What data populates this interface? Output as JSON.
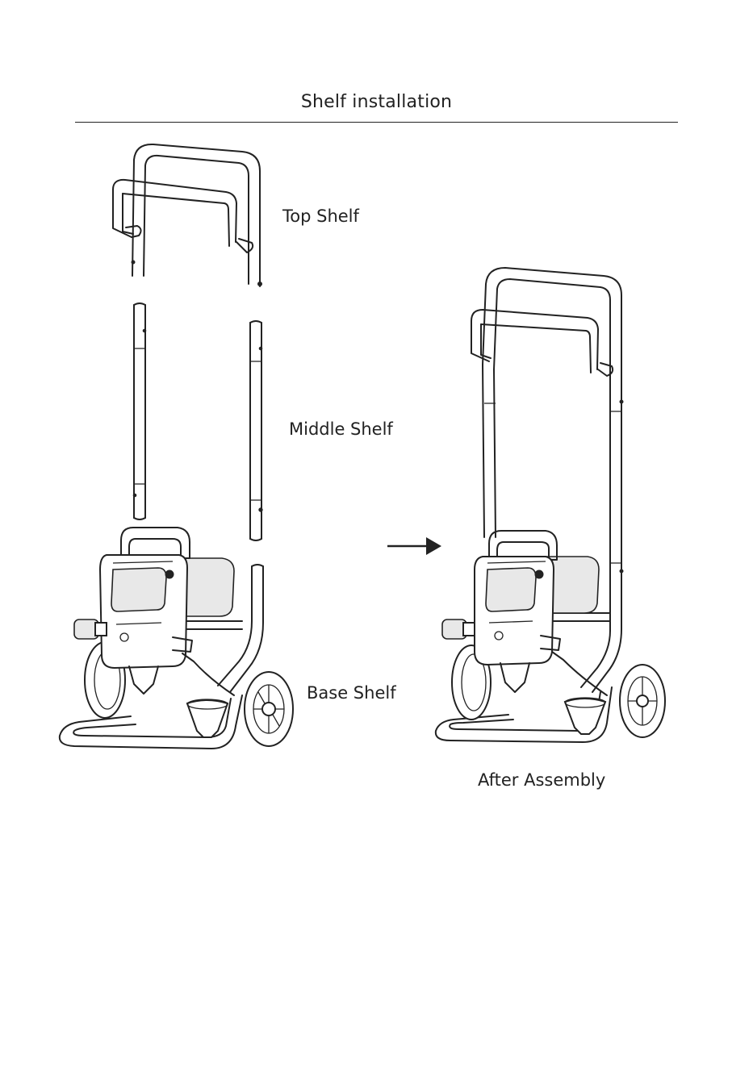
{
  "page": {
    "title": "Shelf  installation",
    "labels": {
      "top_shelf": "Top Shelf",
      "middle_shelf": "Middle Shelf",
      "base_shelf": "Base Shelf",
      "after_assembly": "After Assembly"
    }
  }
}
